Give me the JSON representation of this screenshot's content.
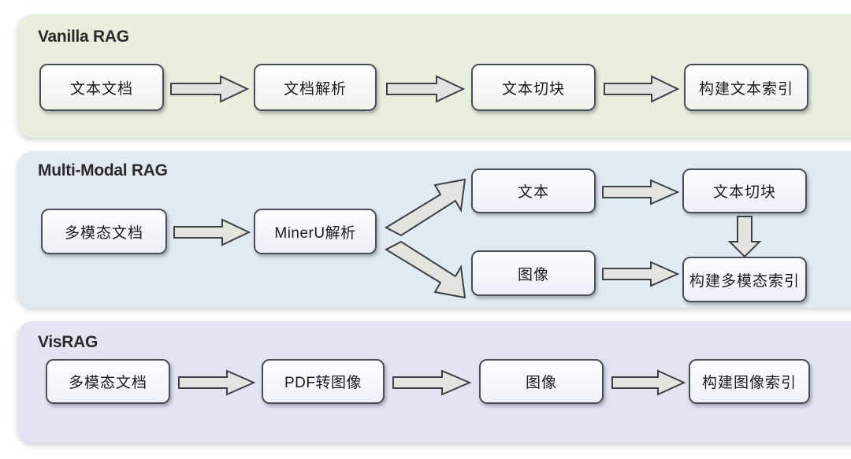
{
  "diagram": {
    "title_semantic": "RAG pipeline comparison",
    "colors": {
      "panel_vanilla_bg": "#e7efdd",
      "panel_multimodal_bg": "#e1eaf3",
      "panel_visrag_bg": "#e3e4f2",
      "node_border": "#4a4f55",
      "node_fill": "#f7f9f6",
      "arrow_fill": "#e3e3e0",
      "arrow_stroke": "#3d4146",
      "title_text": "#2b2b2b",
      "node_text": "#1b1b1b"
    },
    "rows": [
      {
        "id": "vanilla-rag",
        "title": "Vanilla RAG",
        "nodes": [
          {
            "id": "text-doc",
            "label": "文本文档"
          },
          {
            "id": "doc-parse",
            "label": "文档解析"
          },
          {
            "id": "text-chunk",
            "label": "文本切块"
          },
          {
            "id": "build-text-index",
            "label": "构建文本索引"
          }
        ],
        "arrows": [
          {
            "id": "v-a1",
            "from": "text-doc",
            "to": "doc-parse",
            "direction": "right"
          },
          {
            "id": "v-a2",
            "from": "doc-parse",
            "to": "text-chunk",
            "direction": "right"
          },
          {
            "id": "v-a3",
            "from": "text-chunk",
            "to": "build-text-index",
            "direction": "right"
          }
        ]
      },
      {
        "id": "multi-modal-rag",
        "title": "Multi-Modal RAG",
        "nodes": [
          {
            "id": "mm-doc",
            "label": "多模态文档"
          },
          {
            "id": "mineru-parse",
            "label": "MinerU解析"
          },
          {
            "id": "mm-text",
            "label": "文本"
          },
          {
            "id": "mm-image",
            "label": "图像"
          },
          {
            "id": "mm-text-chunk",
            "label": "文本切块"
          },
          {
            "id": "mm-build-index",
            "label": "构建多模态索引"
          }
        ],
        "arrows": [
          {
            "id": "m-a1",
            "from": "mm-doc",
            "to": "mineru-parse",
            "direction": "right"
          },
          {
            "id": "m-a2",
            "from": "mineru-parse",
            "to": "mm-text",
            "direction": "up-right"
          },
          {
            "id": "m-a3",
            "from": "mineru-parse",
            "to": "mm-image",
            "direction": "down-right"
          },
          {
            "id": "m-a4",
            "from": "mm-text",
            "to": "mm-text-chunk",
            "direction": "right"
          },
          {
            "id": "m-a5",
            "from": "mm-image",
            "to": "mm-build-index",
            "direction": "right"
          },
          {
            "id": "m-a6",
            "from": "mm-text-chunk",
            "to": "mm-build-index",
            "direction": "down"
          }
        ]
      },
      {
        "id": "visrag",
        "title": "VisRAG",
        "nodes": [
          {
            "id": "vis-doc",
            "label": "多模态文档"
          },
          {
            "id": "pdf-to-image",
            "label": "PDF转图像"
          },
          {
            "id": "vis-image",
            "label": "图像"
          },
          {
            "id": "build-img-index",
            "label": "构建图像索引"
          }
        ],
        "arrows": [
          {
            "id": "s-a1",
            "from": "vis-doc",
            "to": "pdf-to-image",
            "direction": "right"
          },
          {
            "id": "s-a2",
            "from": "pdf-to-image",
            "to": "vis-image",
            "direction": "right"
          },
          {
            "id": "s-a3",
            "from": "vis-image",
            "to": "build-img-index",
            "direction": "right"
          }
        ]
      }
    ]
  }
}
